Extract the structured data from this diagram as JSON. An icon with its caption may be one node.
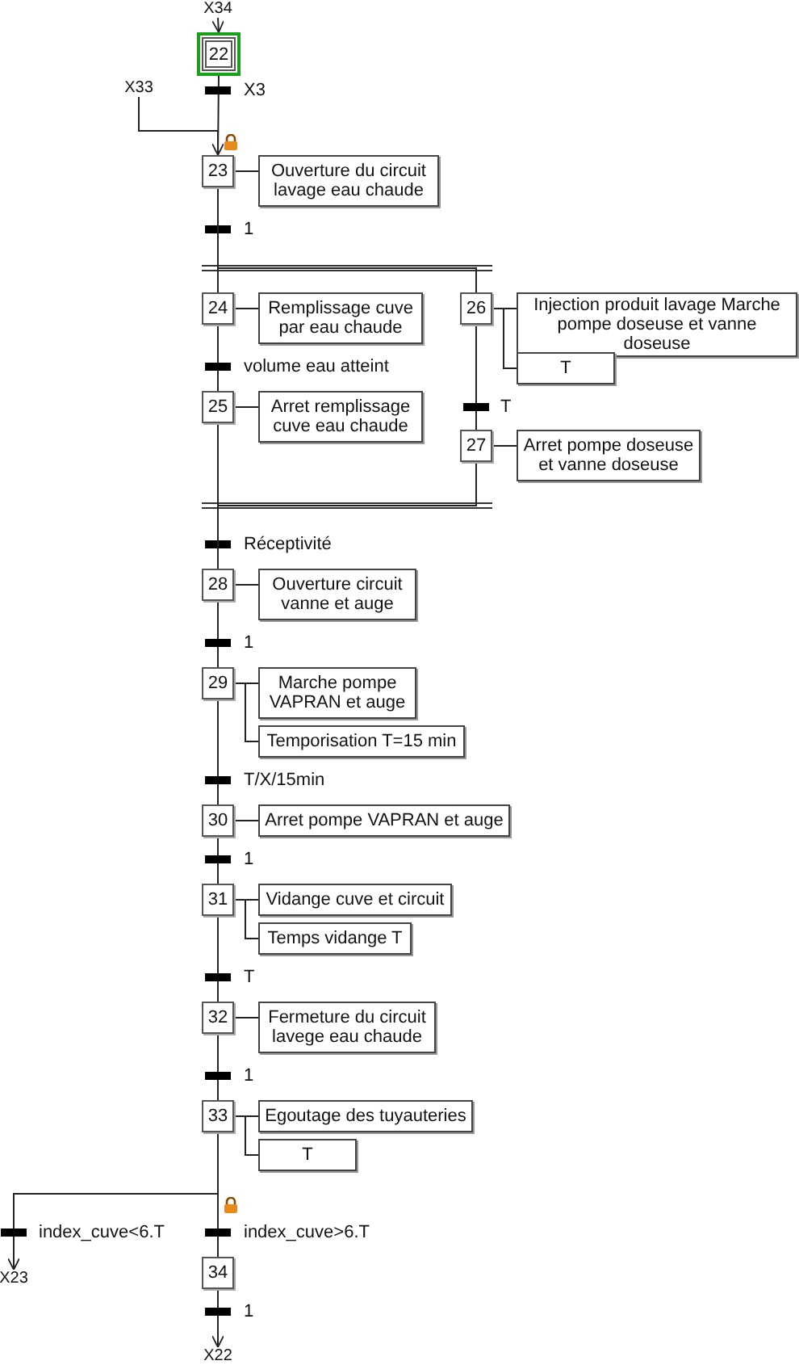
{
  "diagram": {
    "nodes": [
      {
        "text": [
          "X34"
        ]
      },
      {
        "text": [
          "22"
        ]
      },
      {
        "text": [
          "X33"
        ]
      },
      {
        "text": [
          "23"
        ]
      },
      {
        "text": [
          "Ouverture du circuit lavage eau chaude"
        ]
      },
      {
        "text": [
          "24"
        ]
      },
      {
        "text": [
          "Remplissage cuve par eau chaude"
        ]
      },
      {
        "text": [
          "26"
        ]
      },
      {
        "text": [
          "Injection produit lavage Marche pompe doseuse et vanne doseuse"
        ]
      },
      {
        "text": [
          "T"
        ]
      },
      {
        "text": [
          "25"
        ]
      },
      {
        "text": [
          "Arret remplissage cuve eau chaude"
        ]
      },
      {
        "text": [
          "27"
        ]
      },
      {
        "text": [
          "Arret pompe doseuse et vanne doseuse"
        ]
      },
      {
        "text": [
          "28"
        ]
      },
      {
        "text": [
          "Ouverture circuit vanne et auge"
        ]
      },
      {
        "text": [
          "29"
        ]
      },
      {
        "text": [
          "Marche pompe VAPRAN et auge"
        ]
      },
      {
        "text": [
          "Temporisation T=15 min"
        ]
      },
      {
        "text": [
          "30"
        ]
      },
      {
        "text": [
          "Arret pompe VAPRAN et auge"
        ]
      },
      {
        "text": [
          "31"
        ]
      },
      {
        "text": [
          "Vidange cuve et circuit"
        ]
      },
      {
        "text": [
          "Temps vidange T"
        ]
      },
      {
        "text": [
          "32"
        ]
      },
      {
        "text": [
          "Fermeture du circuit lavege eau chaude"
        ]
      },
      {
        "text": [
          "33"
        ]
      },
      {
        "text": [
          "Egoutage des tuyauteries"
        ]
      },
      {
        "text": [
          "T"
        ]
      },
      {
        "text": [
          "34"
        ]
      },
      {
        "text": [
          "X23"
        ]
      },
      {
        "text": [
          "X22"
        ]
      }
    ],
    "edges": [
      {
        "from": 0,
        "to": 1,
        "arrow": "to"
      },
      {
        "from": 1,
        "to": 3,
        "arrow": "none",
        "label": "X3"
      },
      {
        "from": 2,
        "to": 3,
        "arrow": "to"
      },
      {
        "from": 3,
        "to": 4,
        "arrow": "none"
      },
      {
        "from": 3,
        "to": 5,
        "arrow": "none",
        "label": "1"
      },
      {
        "from": 3,
        "to": 7,
        "arrow": "none"
      },
      {
        "from": 5,
        "to": 6,
        "arrow": "none"
      },
      {
        "from": 7,
        "to": 8,
        "arrow": "none"
      },
      {
        "from": 7,
        "to": 9,
        "arrow": "none"
      },
      {
        "from": 5,
        "to": 10,
        "arrow": "none",
        "label": "volume eau atteint"
      },
      {
        "from": 7,
        "to": 12,
        "arrow": "none",
        "label": "T"
      },
      {
        "from": 10,
        "to": 11,
        "arrow": "none"
      },
      {
        "from": 12,
        "to": 13,
        "arrow": "none"
      },
      {
        "from": 10,
        "to": 14,
        "arrow": "none",
        "label": "Réceptivité"
      },
      {
        "from": 12,
        "to": 14,
        "arrow": "none"
      },
      {
        "from": 14,
        "to": 15,
        "arrow": "none"
      },
      {
        "from": 14,
        "to": 16,
        "arrow": "none",
        "label": "1"
      },
      {
        "from": 16,
        "to": 17,
        "arrow": "none"
      },
      {
        "from": 16,
        "to": 18,
        "arrow": "none"
      },
      {
        "from": 16,
        "to": 19,
        "arrow": "none",
        "label": "T/X/15min"
      },
      {
        "from": 19,
        "to": 20,
        "arrow": "none"
      },
      {
        "from": 19,
        "to": 21,
        "arrow": "none",
        "label": "1"
      },
      {
        "from": 21,
        "to": 22,
        "arrow": "none"
      },
      {
        "from": 21,
        "to": 23,
        "arrow": "none"
      },
      {
        "from": 21,
        "to": 24,
        "arrow": "none",
        "label": "T"
      },
      {
        "from": 24,
        "to": 25,
        "arrow": "none"
      },
      {
        "from": 24,
        "to": 26,
        "arrow": "none",
        "label": "1"
      },
      {
        "from": 26,
        "to": 27,
        "arrow": "none"
      },
      {
        "from": 26,
        "to": 28,
        "arrow": "none"
      },
      {
        "from": 26,
        "to": 30,
        "arrow": "to",
        "label": "index_cuve<6.T"
      },
      {
        "from": 26,
        "to": 29,
        "arrow": "none",
        "label": "index_cuve>6.T"
      },
      {
        "from": 29,
        "to": 31,
        "arrow": "to",
        "label": "1"
      }
    ]
  }
}
